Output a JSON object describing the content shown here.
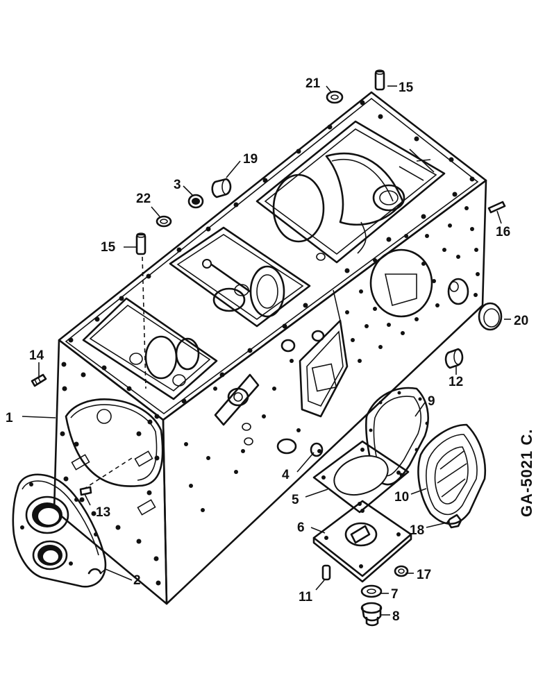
{
  "drawing_ref": "GA-5021 C.",
  "callouts": [
    "1",
    "2",
    "3",
    "4",
    "5",
    "6",
    "7",
    "8",
    "9",
    "10",
    "11",
    "12",
    "13",
    "14",
    "15",
    "15",
    "16",
    "17",
    "18",
    "19",
    "20",
    "21",
    "22"
  ]
}
